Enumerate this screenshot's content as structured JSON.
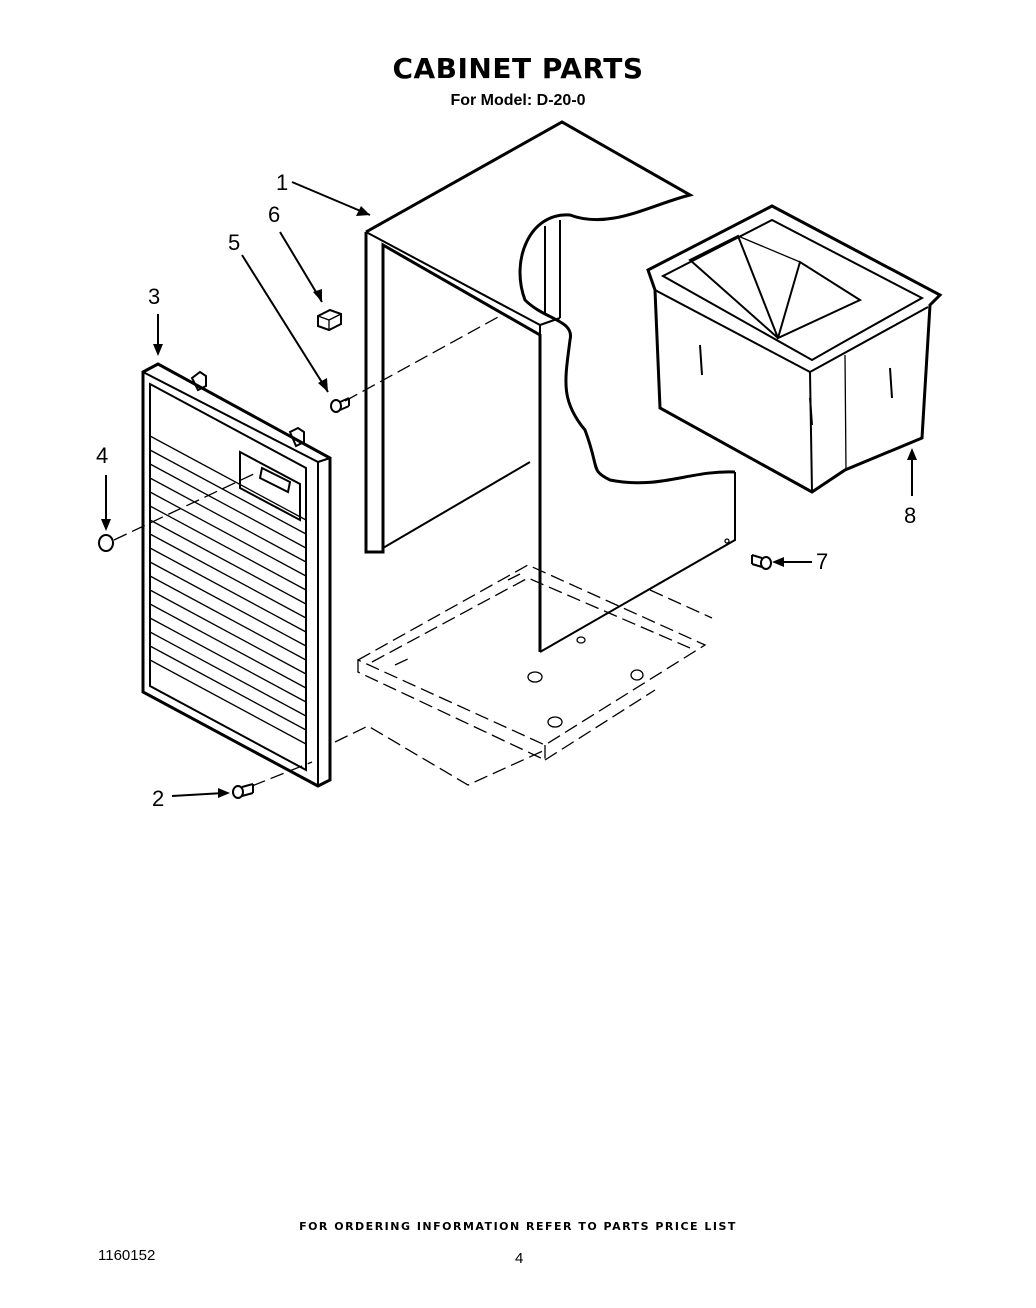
{
  "header": {
    "title": "CABINET PARTS",
    "subtitle": "For Model: D-20-0"
  },
  "callouts": [
    {
      "id": "1",
      "label": "1"
    },
    {
      "id": "2",
      "label": "2"
    },
    {
      "id": "3",
      "label": "3"
    },
    {
      "id": "4",
      "label": "4"
    },
    {
      "id": "5",
      "label": "5"
    },
    {
      "id": "6",
      "label": "6"
    },
    {
      "id": "7",
      "label": "7"
    },
    {
      "id": "8",
      "label": "8"
    }
  ],
  "footer": {
    "note": "FOR ORDERING INFORMATION REFER TO PARTS PRICE LIST",
    "doc_number": "1160152",
    "page_number": "4"
  }
}
